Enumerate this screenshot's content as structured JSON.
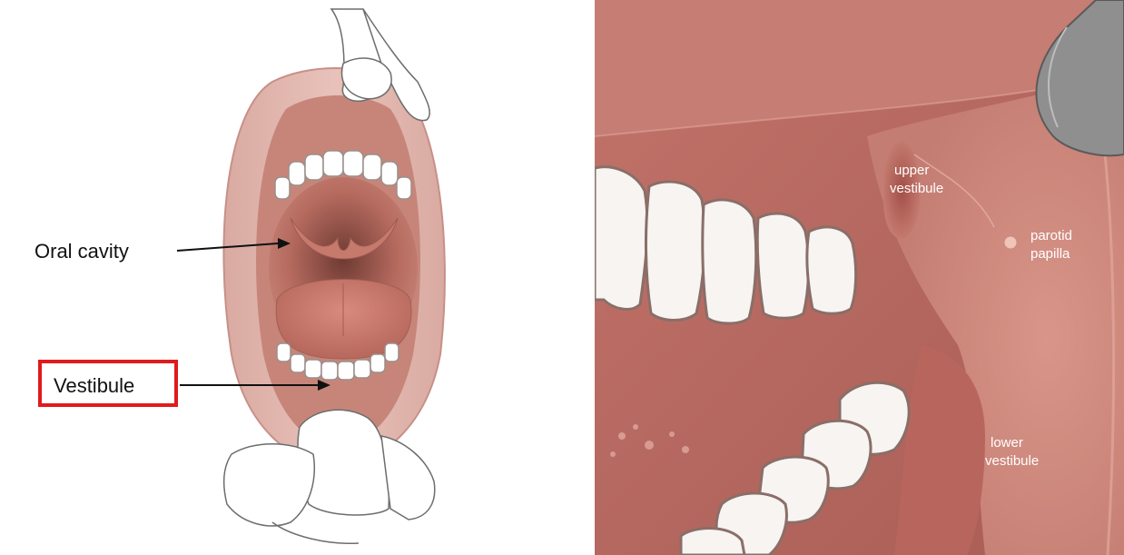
{
  "left_panel": {
    "oral_cavity_label": "Oral cavity",
    "vestibule_label": "Vestibule",
    "highlight_color": "#e01b1b"
  },
  "right_panel": {
    "upper_vestibule_line1": "upper",
    "upper_vestibule_line2": "vestibule",
    "parotid_line1": "parotid",
    "parotid_line2": "papilla",
    "lower_vestibule_line1": "lower",
    "lower_vestibule_line2": "vestibule"
  }
}
